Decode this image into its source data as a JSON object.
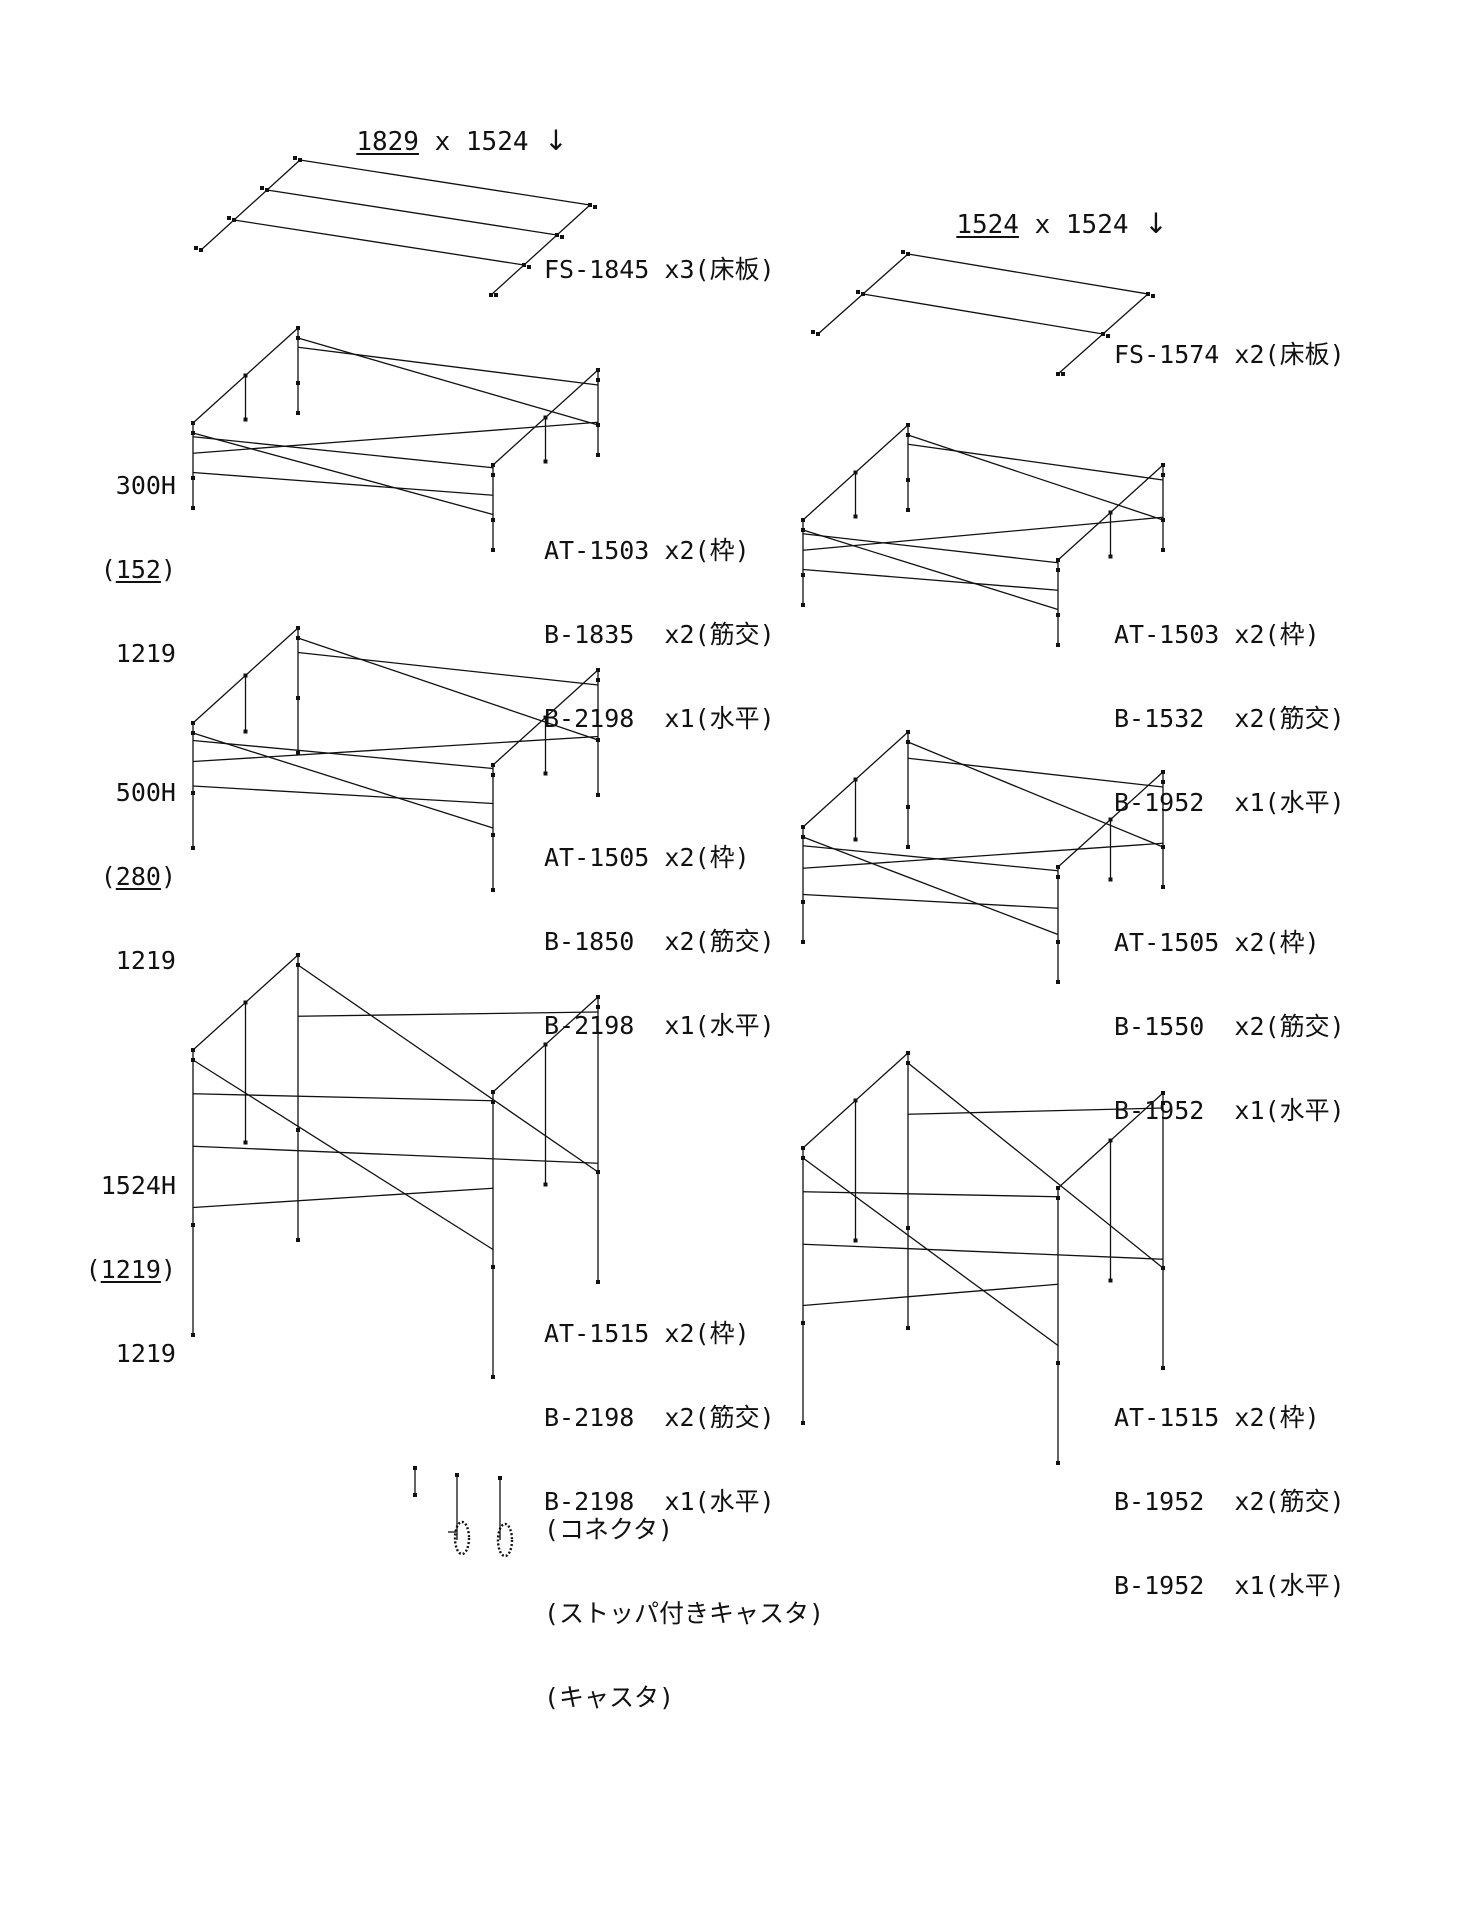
{
  "left": {
    "header": {
      "width": "1829",
      "sep": " x ",
      "depth": "1524",
      "arrow": "↓"
    },
    "floor": "FS-1845 x3(床板)",
    "levels": [
      {
        "height": "300H",
        "inner": "152",
        "base": "1219",
        "parts": [
          "AT-1503 x2(枠)",
          "B-1835  x2(筋交)",
          "B-2198  x1(水平)"
        ]
      },
      {
        "height": "500H",
        "inner": "280",
        "base": "1219",
        "parts": [
          "AT-1505 x2(枠)",
          "B-1850  x2(筋交)",
          "B-2198  x1(水平)"
        ]
      },
      {
        "height": "1524H",
        "inner": "1219",
        "base": "1219",
        "parts": [
          "AT-1515 x2(枠)",
          "B-2198  x2(筋交)",
          "B-2198  x1(水平)"
        ]
      }
    ]
  },
  "right": {
    "header": {
      "width": "1524",
      "sep": " x ",
      "depth": "1524",
      "arrow": "↓"
    },
    "floor": "FS-1574 x2(床板)",
    "levels": [
      {
        "parts": [
          "AT-1503 x2(枠)",
          "B-1532  x2(筋交)",
          "B-1952  x1(水平)"
        ]
      },
      {
        "parts": [
          "AT-1505 x2(枠)",
          "B-1550  x2(筋交)",
          "B-1952  x1(水平)"
        ]
      },
      {
        "parts": [
          "AT-1515 x2(枠)",
          "B-1952  x2(筋交)",
          "B-1952  x1(水平)"
        ]
      }
    ]
  },
  "legend": [
    "(コネクタ)",
    "(ストッパ付きキャスタ)",
    "(キャスタ)"
  ]
}
